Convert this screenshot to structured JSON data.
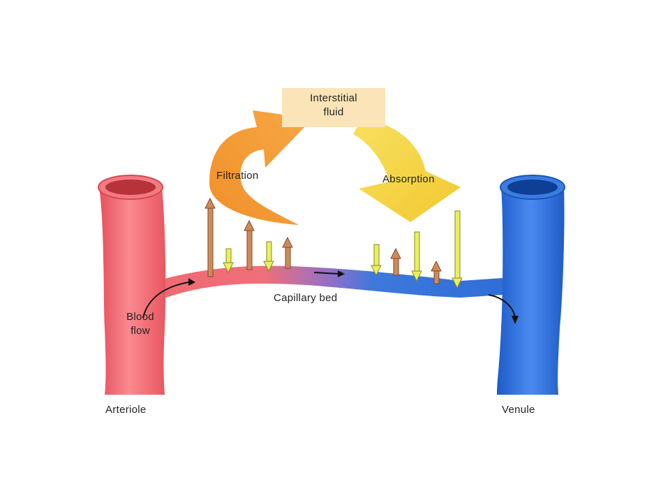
{
  "labels": {
    "interstitial_line1": "Interstitial",
    "interstitial_line2": "fluid",
    "filtration": "Filtration",
    "absorption": "Absorption",
    "capillary_bed": "Capillary bed",
    "blood_line1": "Blood",
    "blood_line2": "flow",
    "arteriole": "Arteriole",
    "venule": "Venule"
  },
  "colors": {
    "arteriole": "#f06a72",
    "venule": "#2f6fd6",
    "filtration_arrow": "#f5a03c",
    "absorption_arrow": "#f6d84a",
    "outward_arrow": "#d08a5a",
    "inward_arrow": "#e8f060",
    "interstitial_box": "#fbe4b8"
  },
  "icons": [
    "flow-arrow-icon",
    "filtration-arrow-icon",
    "absorption-arrow-icon"
  ]
}
